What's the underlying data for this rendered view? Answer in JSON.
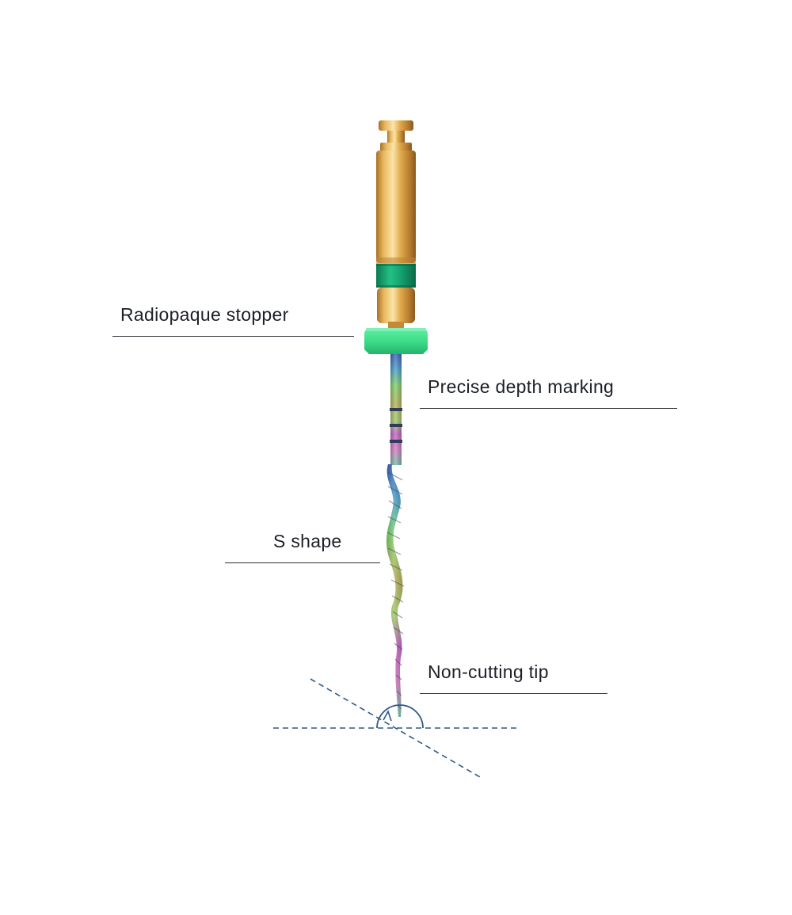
{
  "annotations": {
    "radiopaque_stopper": "Radiopaque stopper",
    "depth_marking": "Precise depth marking",
    "s_shape": "S shape",
    "non_cutting_tip": "Non-cutting tip"
  },
  "colors": {
    "handle_gold": "#d9a94a",
    "handle_gold_light": "#f7dc9a",
    "color_band_green": "#17a874",
    "stopper_green": "#3fdc8a",
    "shaft_blue": "#3a5fb8",
    "shaft_magenta": "#c061c6",
    "guide_dash": "#2f5a86",
    "label_text": "#1c2026"
  },
  "icons": {
    "angle_arc": "tip-angle-arc-icon"
  }
}
